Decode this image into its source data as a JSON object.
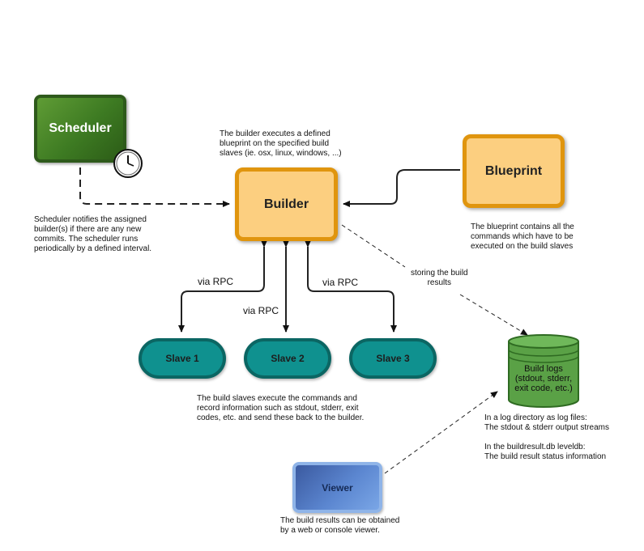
{
  "nodes": {
    "scheduler": "Scheduler",
    "builder": "Builder",
    "blueprint": "Blueprint",
    "slave1": "Slave 1",
    "slave2": "Slave 2",
    "slave3": "Slave 3",
    "viewer": "Viewer",
    "build_logs": "Build logs\n(stdout, stderr,\nexit code, etc.)"
  },
  "notes": {
    "builder": "The builder executes a defined\nblueprint on the specified build\nslaves (ie. osx, linux, windows, ...)",
    "scheduler": "Scheduler notifies the assigned\nbuilder(s) if there are any new\ncommits. The scheduler runs\nperiodically by a defined interval.",
    "blueprint": "The blueprint contains all the\ncommands which have to be\nexecuted on the build slaves",
    "slaves": "The build slaves execute the commands and\nrecord information such as stdout, stderr, exit\ncodes, etc. and send these back to the builder.",
    "logs": "In a log directory as log files:\nThe stdout & stderr output streams\n\nIn the buildresult.db leveldb:\nThe build result status information",
    "viewer": "The build results can be obtained\nby a web or console viewer."
  },
  "edge_labels": {
    "rpc_left": "via RPC",
    "rpc_middle": "via RPC",
    "rpc_right": "via RPC",
    "storing": "storing the build\nresults"
  }
}
